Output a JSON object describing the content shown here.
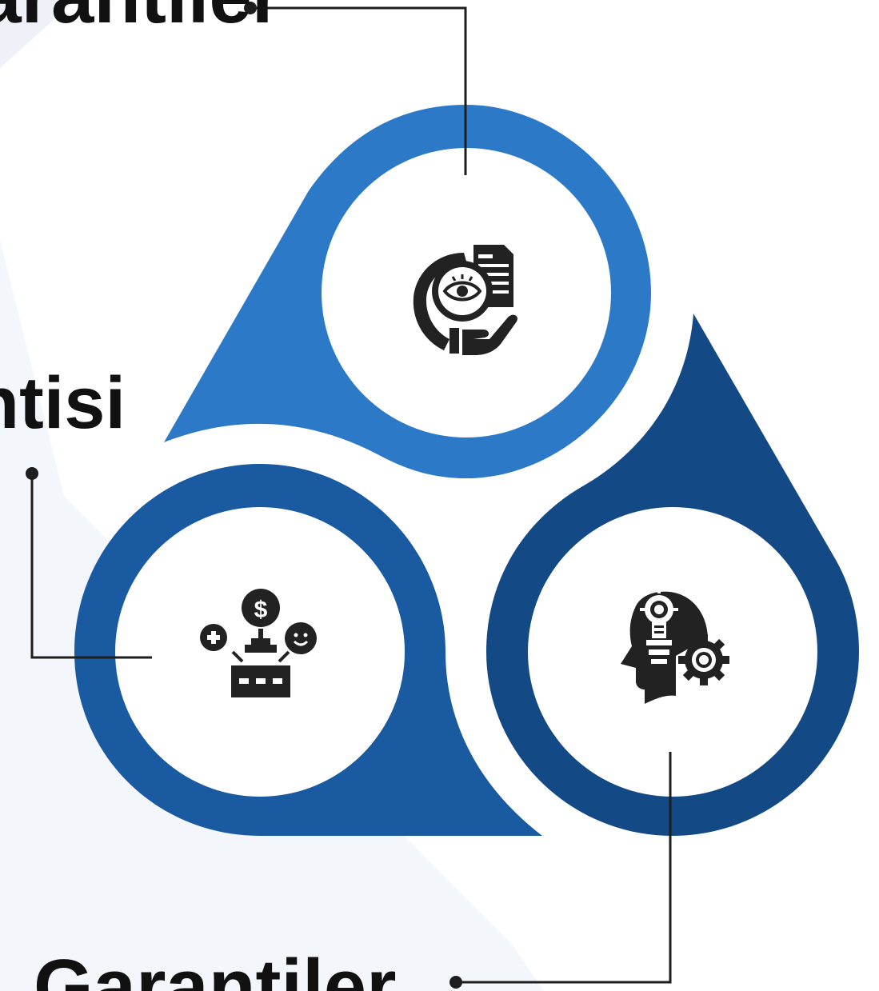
{
  "diagram": {
    "labels": {
      "top": "Garantiler",
      "left": "Teminatlar ve Fiyat Garantisi",
      "bottom": "Garantiler"
    },
    "colors": {
      "top_blob": "#2c79c8",
      "left_blob": "#1a5aa1",
      "right_blob": "#134a85",
      "connector": "#1e1e1e",
      "icon": "#222222",
      "background_tint": "#eef3fa"
    },
    "icons": {
      "top": "document-eye-hand-icon",
      "left": "money-cross-smile-icon",
      "right": "head-bulb-gear-icon"
    }
  }
}
